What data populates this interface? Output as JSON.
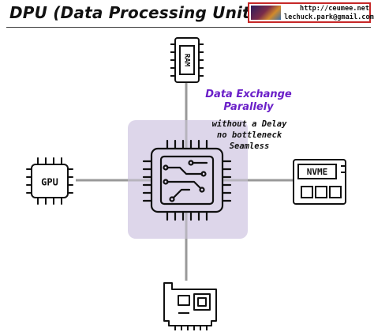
{
  "title": "DPU (Data Processing Unit)",
  "badge": {
    "url": "http://ceumee.net",
    "email": "lechuck.park@gmail.com"
  },
  "center_chip": {
    "icon": "processor-chip-icon"
  },
  "nodes": {
    "top": {
      "label": "RAM",
      "icon": "ram-module-icon"
    },
    "left": {
      "label": "GPU",
      "icon": "gpu-chip-icon"
    },
    "right": {
      "label": "NVME",
      "icon": "nvme-ssd-icon"
    },
    "bottom": {
      "icon": "network-interface-card-icon"
    }
  },
  "annotation": {
    "line1": "Data Exchange",
    "line2": "Parallely",
    "sub1": "without a Delay",
    "sub2": "no bottleneck",
    "sub3": "Seamless"
  },
  "colors": {
    "center_box": "#ddd6ea",
    "connector": "#999999",
    "accent_text": "#6a1fc8",
    "badge_border": "#c62828"
  }
}
